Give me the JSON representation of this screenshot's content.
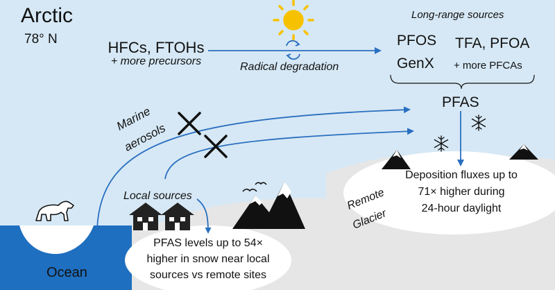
{
  "region": {
    "name": "Arctic",
    "latitude": "78° N"
  },
  "precursors": {
    "title": "HFCs, FTOHs",
    "subtitle": "+ more precursors"
  },
  "process": {
    "label": "Radical degradation"
  },
  "long_range": {
    "title": "Long-range sources",
    "items": [
      "PFOS",
      "GenX",
      "TFA, PFOA",
      "+ more PFCAs"
    ],
    "group_label": "PFAS"
  },
  "marine": {
    "label_line1": "Marine",
    "label_line2": "aerosols"
  },
  "local_sources": {
    "label": "Local sources"
  },
  "glacier": {
    "label_line1": "Remote",
    "label_line2": "Glacier"
  },
  "deposition_text": [
    "Deposition fluxes up to",
    "71× higher during",
    "24-hour daylight"
  ],
  "snow_text": [
    "PFAS levels up to 54×",
    "higher in snow near local",
    "sources vs remote sites"
  ],
  "ocean": {
    "label": "Ocean"
  },
  "colors": {
    "sky": "#d6e8f5",
    "ocean": "#1f6fc0",
    "arrow": "#2a6fc0",
    "snow": "#ffffff",
    "ground": "#e6e6e6",
    "sun": "#f6c200",
    "mountain": "#111111"
  }
}
